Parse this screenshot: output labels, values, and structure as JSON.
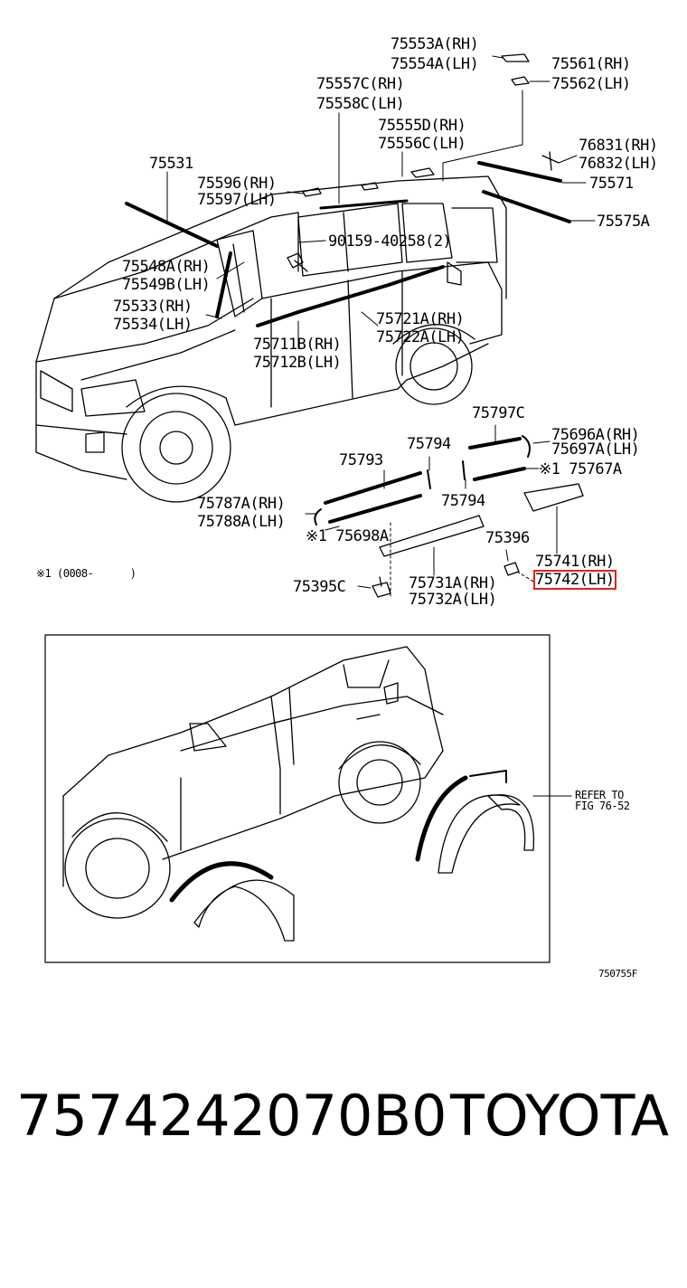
{
  "labels": {
    "p75553A": "75553A(RH)",
    "p75554A": "75554A(LH)",
    "p75561": "75561(RH)",
    "p75562": "75562(LH)",
    "p75557C": "75557C(RH)",
    "p75558C": "75558C(LH)",
    "p75555D": "75555D(RH)",
    "p75556C": "75556C(LH)",
    "p76831": "76831(RH)",
    "p76832": "76832(LH)",
    "p75531": "75531",
    "p75596": "75596(RH)",
    "p75597": "75597(LH)",
    "p75571": "75571",
    "p75575A": "75575A",
    "p90159": "90159-40258(2)",
    "p75548A": "75548A(RH)",
    "p75549B": "75549B(LH)",
    "p75533": "75533(RH)",
    "p75534": "75534(LH)",
    "p75721A": "75721A(RH)",
    "p75722A": "75722A(LH)",
    "p75711B": "75711B(RH)",
    "p75712B": "75712B(LH)",
    "p75797C": "75797C",
    "p75696A": "75696A(RH)",
    "p75697A": "75697A(LH)",
    "p75793": "75793",
    "p75794a": "75794",
    "p75767A": "※1 75767A",
    "p75794b": "75794",
    "p75787A": "75787A(RH)",
    "p75788A": "75788A(LH)",
    "p75698A": "※1 75698A",
    "p75396": "75396",
    "p75741": "75741(RH)",
    "p75742": "75742(LH)",
    "note": "※1 (0008-      )",
    "p75395C": "75395C",
    "p75731A": "75731A(RH)",
    "p75732A": "75732A(LH)",
    "refer1": "REFER TO",
    "refer2": "FIG 76-52",
    "figcode": "750755F"
  },
  "caption": {
    "part_number": "7574242070B0",
    "brand": "TOYOTA"
  },
  "colors": {
    "highlight": "#e0241a",
    "ink": "#000000"
  }
}
